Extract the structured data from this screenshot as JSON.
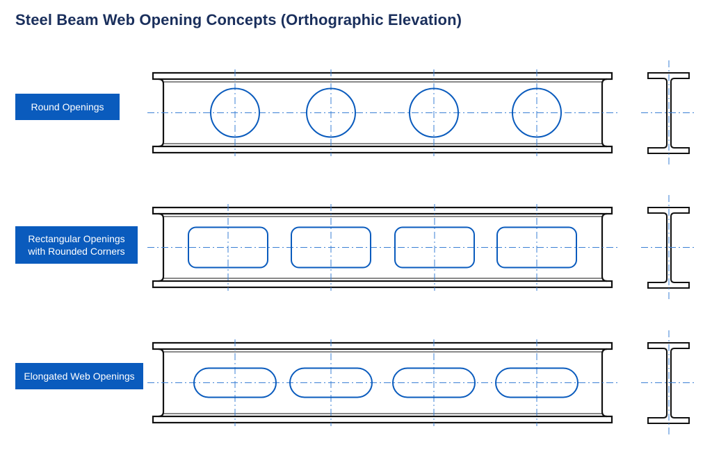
{
  "title": "Steel Beam Web Opening Concepts (Orthographic Elevation)",
  "colors": {
    "outline": "#111111",
    "opening": "#0a5bbd",
    "centerline": "#3a7fd4",
    "label_bg": "#0a5bbd",
    "title": "#1a2f5c"
  },
  "beams": [
    {
      "label": "Round Openings",
      "opening_shape": "circle",
      "opening_count": 4
    },
    {
      "label": "Rectangular Openings\nwith Rounded Corners",
      "opening_shape": "rounded-rectangle",
      "opening_count": 4
    },
    {
      "label": "Elongated Web Openings",
      "opening_shape": "slot",
      "opening_count": 4
    }
  ]
}
